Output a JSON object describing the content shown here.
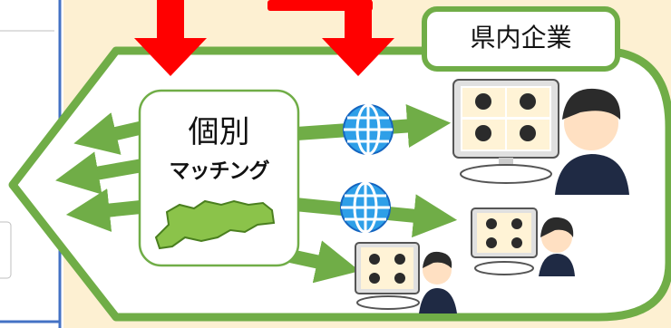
{
  "labels": {
    "company_box": "県内企業",
    "matching_title": "個別",
    "matching_sub": "マッチング"
  },
  "colors": {
    "background": "#fdf0d2",
    "outline_green": "#70ad47",
    "arrow_green": "#70ad47",
    "down_arrow_red": "#ff0000",
    "left_panel_border": "#4472c4",
    "globe_blue": "#2e9fe8",
    "shikoku_fill": "#8bc34a"
  },
  "icons": [
    "globe-icon",
    "globe-icon",
    "web-meeting-illustration",
    "shikoku-map-shape",
    "red-down-arrow"
  ]
}
